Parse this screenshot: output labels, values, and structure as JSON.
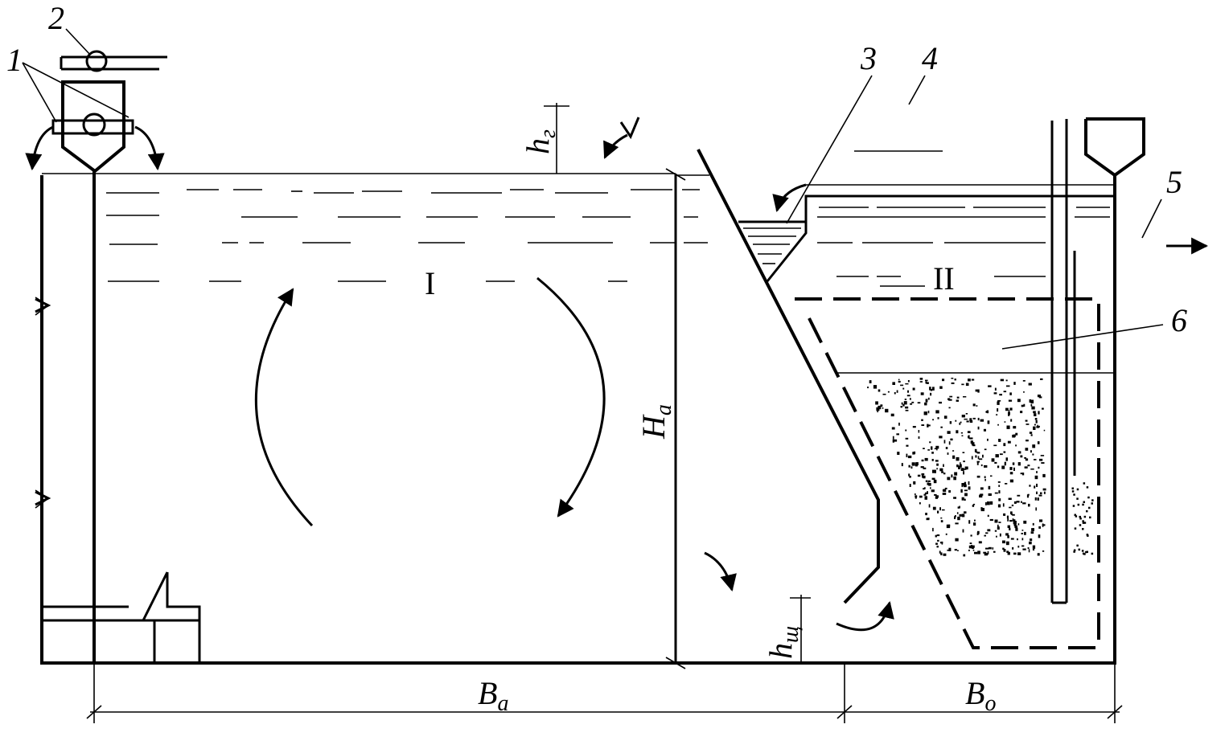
{
  "labels": {
    "n1": "1",
    "n2": "2",
    "n3": "3",
    "n4": "4",
    "n5": "5",
    "n6": "6",
    "zone1": "I",
    "zone2": "II",
    "h_r_main": "h",
    "h_r_sub": "г",
    "H_a_main": "H",
    "H_a_sub": "a",
    "h_sh_main": "h",
    "h_sh_sub": "щ",
    "B_a_main": "B",
    "B_a_sub": "a",
    "B_o_main": "B",
    "B_o_sub": "o"
  }
}
